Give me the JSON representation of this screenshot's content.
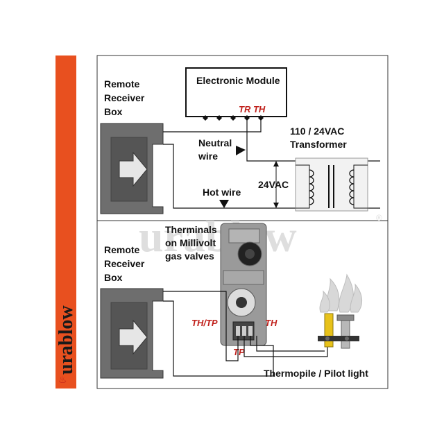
{
  "brand": {
    "name": "urablow",
    "registered": "®",
    "colors": {
      "sidebar": "#e8501f",
      "sidebar_text": "#1a1a1a",
      "watermark": "#dedede"
    }
  },
  "top_panel": {
    "remote_receiver_box": [
      "Remote",
      "Receiver",
      "Box"
    ],
    "electronic_module": "Electronic Module",
    "tr_th": "TR TH",
    "neutral_wire": [
      "Neutral",
      "wire"
    ],
    "transformer": [
      "110 / 24VAC",
      "Transformer"
    ],
    "voltage": "24VAC",
    "hot_wire": "Hot wire"
  },
  "bottom_panel": {
    "remote_receiver_box": [
      "Remote",
      "Receiver",
      "Box"
    ],
    "terminals": [
      "Therminals",
      "on Millivolt",
      "gas valves"
    ],
    "th_tp": "TH/TP",
    "th": "TH",
    "tp": "TP",
    "thermopile": "Thermopile / Pilot light"
  },
  "colors": {
    "wire": "#111111",
    "terminal_red": "#c0201b",
    "box_fill": "#6e6e6e",
    "pilot_yellow": "#e8c21a"
  }
}
